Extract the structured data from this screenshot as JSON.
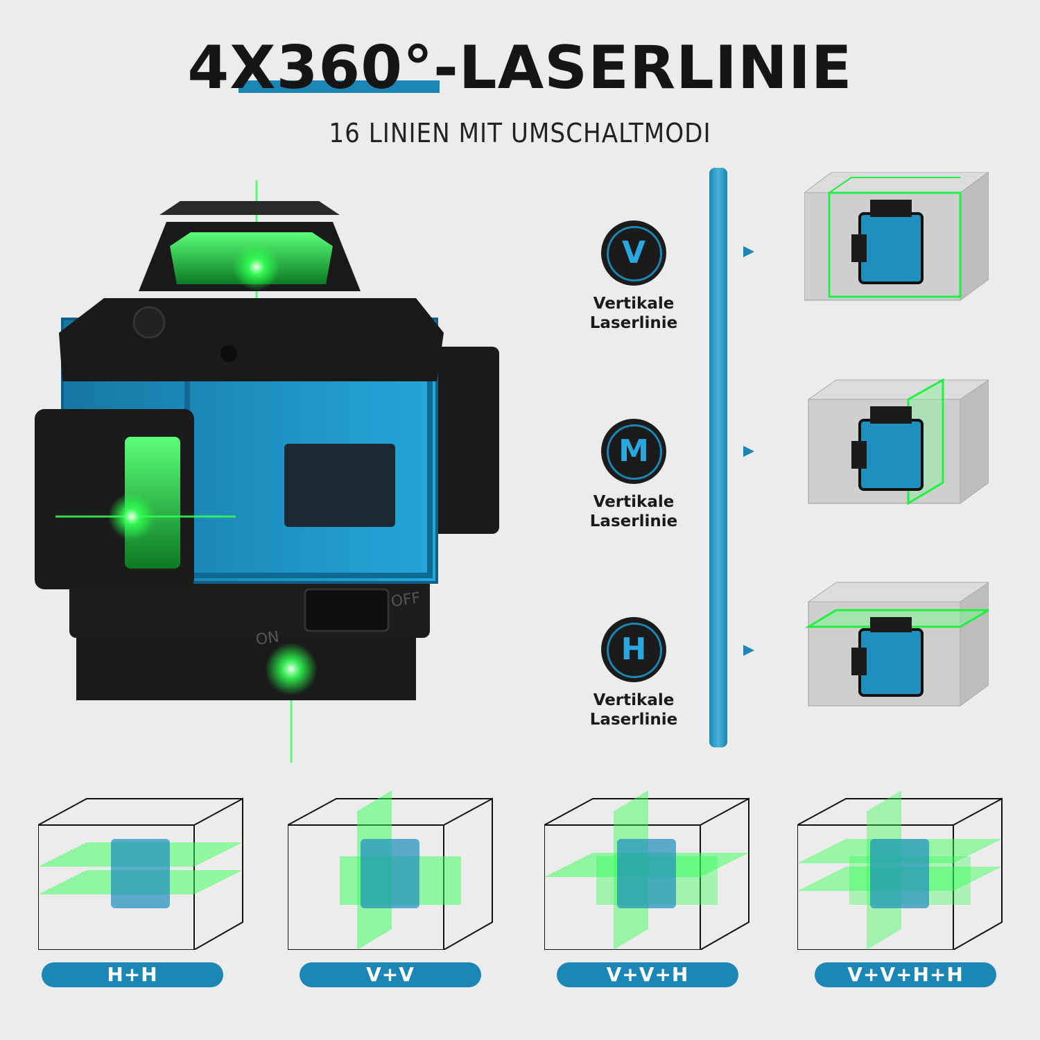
{
  "header": {
    "title": "4X360°-LASERLINIE",
    "subtitle": "16 LINIEN MIT UMSCHALTMODI"
  },
  "device": {
    "switch_on_label": "ON",
    "switch_off_label": "OFF"
  },
  "colors": {
    "accent": "#1c86b4",
    "laser_green": "#22ff44",
    "device_blue": "#1e8fbf",
    "device_black": "#1b1b1b",
    "background": "#ececec"
  },
  "modes": [
    {
      "letter": "V",
      "label_line1": "Vertikale",
      "label_line2": "Laserlinie",
      "icon": "vertical-laser-room-icon"
    },
    {
      "letter": "M",
      "label_line1": "Vertikale",
      "label_line2": "Laserlinie",
      "icon": "side-laser-room-icon"
    },
    {
      "letter": "H",
      "label_line1": "Vertikale",
      "label_line2": "Laserlinie",
      "icon": "horizontal-laser-room-icon"
    }
  ],
  "combinations": [
    {
      "label": "H+H"
    },
    {
      "label": "V+V"
    },
    {
      "label": "V+V+H"
    },
    {
      "label": "V+V+H+H"
    }
  ]
}
